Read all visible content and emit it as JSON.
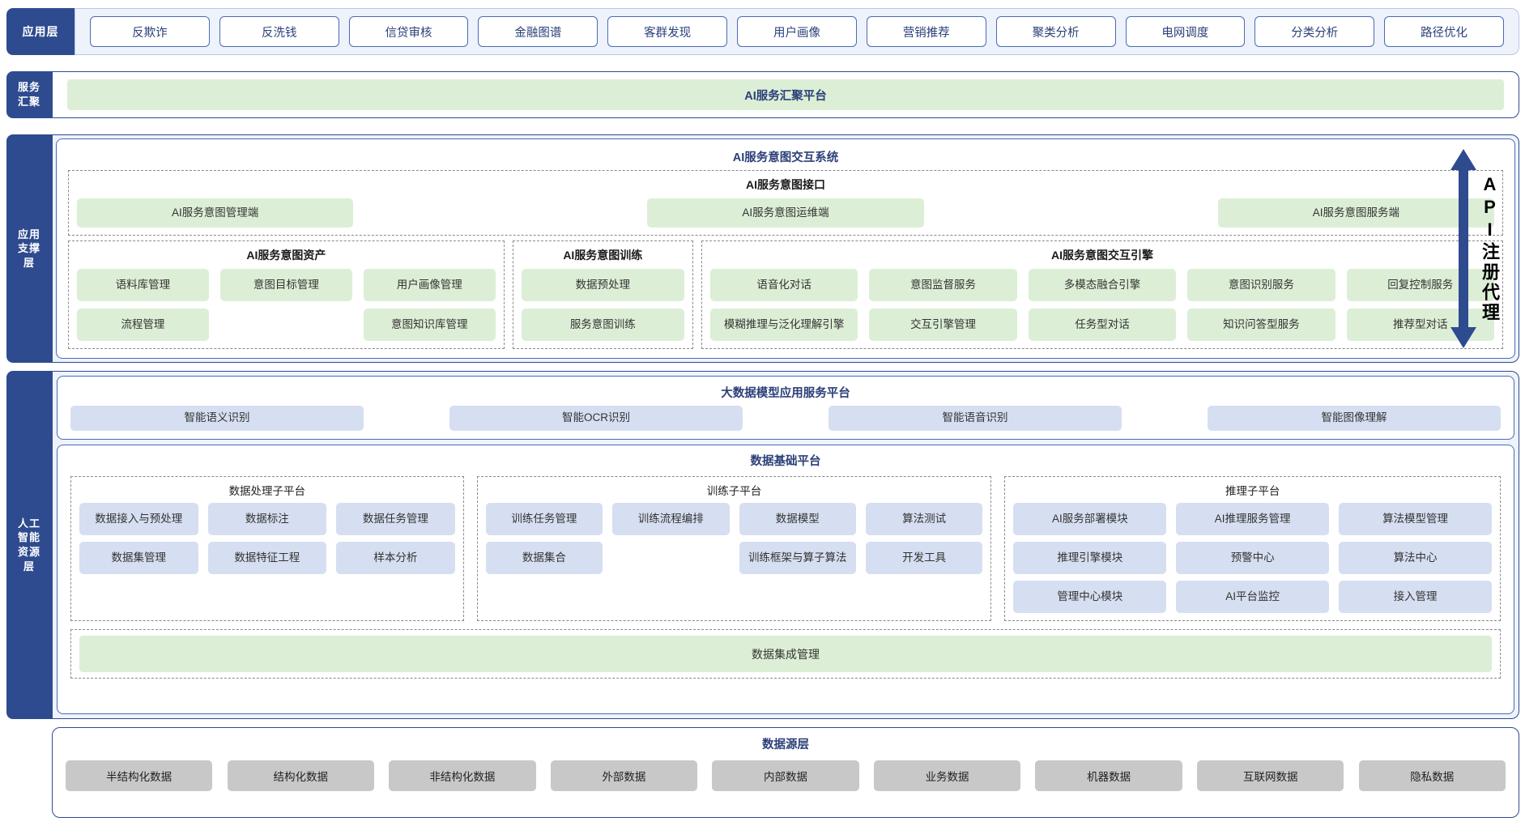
{
  "application_layer": {
    "label": "应用层",
    "items": [
      "反欺诈",
      "反洗钱",
      "信贷审核",
      "金融图谱",
      "客群发现",
      "用户画像",
      "营销推荐",
      "聚类分析",
      "电网调度",
      "分类分析",
      "路径优化"
    ]
  },
  "service_layer": {
    "label": "服务\n汇聚",
    "label_line1": "服务",
    "label_line2": "汇聚",
    "platform": "AI服务汇聚平台"
  },
  "support_layer": {
    "label_line1": "应用",
    "label_line2": "支撑",
    "label_line3": "层",
    "title": "AI服务意图交互系统",
    "interface": {
      "title": "AI服务意图接口",
      "items": [
        "AI服务意图管理端",
        "AI服务意图运维端",
        "AI服务意图服务端"
      ]
    },
    "assets": {
      "title": "AI服务意图资产",
      "items": [
        "语料库管理",
        "意图目标管理",
        "用户画像管理",
        "流程管理",
        "",
        "意图知识库管理"
      ]
    },
    "training": {
      "title": "AI服务意图训练",
      "items": [
        "数据预处理",
        "服务意图训练"
      ]
    },
    "engine": {
      "title": "AI服务意图交互引擎",
      "items": [
        "语音化对话",
        "意图监督服务",
        "多模态融合引擎",
        "意图识别服务",
        "回复控制服务",
        "模糊推理与泛化理解引擎",
        "交互引擎管理",
        "任务型对话",
        "知识问答型服务",
        "推荐型对话"
      ]
    }
  },
  "api_agent": {
    "text": "API注册代理",
    "arrow": "double-headed-vertical-arrow",
    "color": "#2e4b8f"
  },
  "resource_layer": {
    "label_line1": "人工",
    "label_line2": "智能",
    "label_line3": "资源",
    "label_line4": "层",
    "model_platform": {
      "title": "大数据模型应用服务平台",
      "items": [
        "智能语义识别",
        "智能OCR识别",
        "智能语音识别",
        "智能图像理解"
      ]
    },
    "data_platform": {
      "title": "数据基础平台",
      "processing": {
        "title": "数据处理子平台",
        "items": [
          "数据接入与预处理",
          "数据标注",
          "数据任务管理",
          "数据集管理",
          "数据特征工程",
          "样本分析"
        ]
      },
      "training": {
        "title": "训练子平台",
        "items": [
          "训练任务管理",
          "训练流程编排",
          "数据模型",
          "算法测试",
          "数据集合",
          "",
          "训练框架与算子算法",
          "开发工具"
        ]
      },
      "inference": {
        "title": "推理子平台",
        "items": [
          "AI服务部署模块",
          "AI推理服务管理",
          "算法模型管理",
          "推理引擎模块",
          "预警中心",
          "算法中心",
          "管理中心模块",
          "AI平台监控",
          "接入管理"
        ]
      },
      "integration": "数据集成管理"
    }
  },
  "source_layer": {
    "title": "数据源层",
    "items": [
      "半结构化数据",
      "结构化数据",
      "非结构化数据",
      "外部数据",
      "内部数据",
      "业务数据",
      "机器数据",
      "互联网数据",
      "隐私数据"
    ]
  },
  "colors": {
    "navy": "#2e4b8f",
    "green_tile": "#dcefd6",
    "blue_tile": "#d6dff1",
    "gray_tile": "#c8c8c8",
    "panel_bg": "#eef2fb"
  }
}
